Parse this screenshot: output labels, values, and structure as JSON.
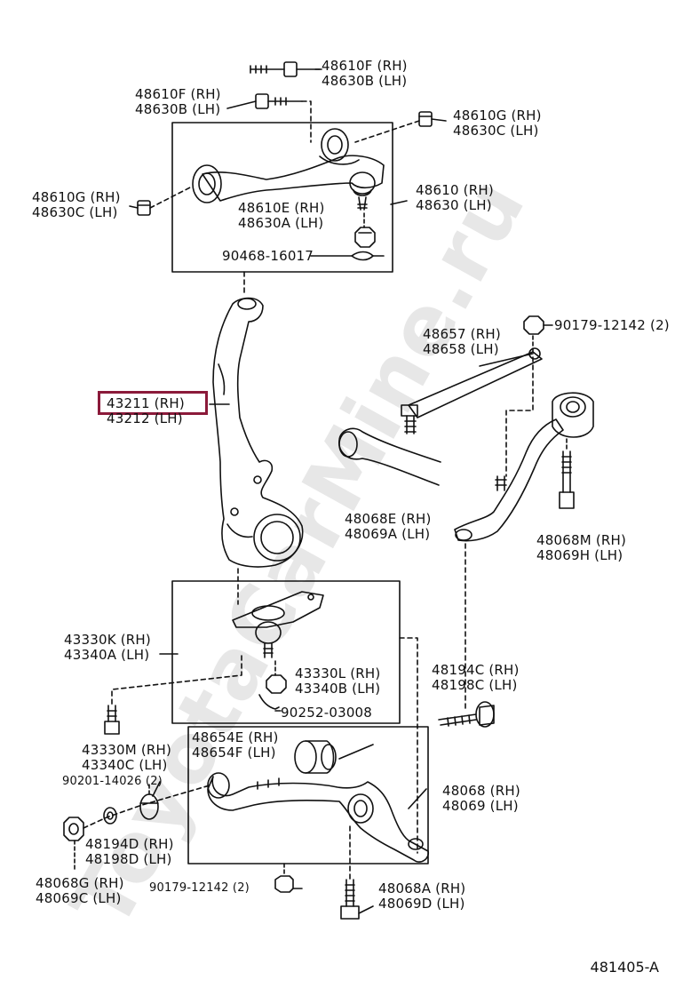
{
  "watermark": "ToyotaCarMine.ru",
  "diagram_code": "481405-A",
  "highlight": {
    "color": "#8b1a3a",
    "part": "43211 (RH)"
  },
  "labels": {
    "p48610f_top": [
      "48610F (RH)",
      "48630B (LH)"
    ],
    "p48610f_left": [
      "48610F (RH)",
      "48630B (LH)"
    ],
    "p48610g_right": [
      "48610G (RH)",
      "48630C (LH)"
    ],
    "p48610g_left": [
      "48610G (RH)",
      "48630C (LH)"
    ],
    "p48610": [
      "48610 (RH)",
      "48630 (LH)"
    ],
    "p48610e": [
      "48610E (RH)",
      "48630A (LH)"
    ],
    "p90468": [
      "90468-16017"
    ],
    "p90179_top": [
      "90179-12142 (2)"
    ],
    "p48657": [
      "48657 (RH)",
      "48658 (LH)"
    ],
    "p43211": [
      "43211 (RH)",
      "43212 (LH)"
    ],
    "p48068e": [
      "48068E (RH)",
      "48069A (LH)"
    ],
    "p48068m": [
      "48068M (RH)",
      "48069H (LH)"
    ],
    "p43330k": [
      "43330K (RH)",
      "43340A (LH)"
    ],
    "p43330l": [
      "43330L (RH)",
      "43340B (LH)"
    ],
    "p90252": [
      "90252-03008"
    ],
    "p48194c": [
      "48194C (RH)",
      "48198C (LH)"
    ],
    "p43330m": [
      "43330M (RH)",
      "43340C (LH)"
    ],
    "p90201": [
      "90201-14026 (2)"
    ],
    "p48654e": [
      "48654E (RH)",
      "48654F (LH)"
    ],
    "p48068": [
      "48068 (RH)",
      "48069 (LH)"
    ],
    "p48194d": [
      "48194D (RH)",
      "48198D (LH)"
    ],
    "p48068g": [
      "48068G (RH)",
      "48069C (LH)"
    ],
    "p90179_bottom": [
      "90179-12142 (2)"
    ],
    "p48068a": [
      "48068A (RH)",
      "48069D (LH)"
    ]
  }
}
